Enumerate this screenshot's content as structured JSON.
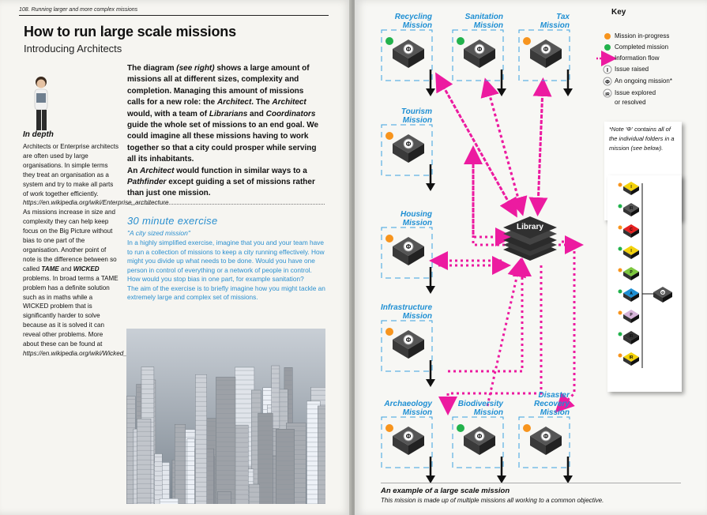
{
  "left": {
    "running_head": "108. Running larger and more complex missions",
    "title": "How to run large scale missions",
    "subtitle": "Introducing Architects",
    "in_depth": {
      "heading": "In depth",
      "p1": "Architects or Enterprise architects are often used by large organisations. In simple terms they treat an organisation as a system and try to make all parts of work together efficiently.",
      "link1": "https://en.wikipedia.org/wiki/Enterprise_architecture",
      "p2": "As missions increase in size and complexity they can help keep focus on the Big Picture without bias to one part of the organisation. Another point of note is the difference between so called",
      "tame": "TAME",
      "and": "and",
      "wicked": "WICKED",
      "p3": "problems. In broad terms a TAME problem has a definite solution such as in maths while a WICKED problem that is significantly harder to solve because as it is solved it can reveal other problems. More about these can be found at",
      "link2": "https://en.wikipedia.org/wiki/Wicked_problem"
    },
    "intro": {
      "t1": "The diagram",
      "t2": "(see right)",
      "t3": "shows a large amount of missions all at different sizes, complexity and completion. Managing this amount of missions calls for a new role: the",
      "t4": "Architect",
      "t5": ". The",
      "t6": "Architect",
      "t7": "would, with a team of",
      "t8": "Librarians",
      "t9": "and",
      "t10": "Coordinators",
      "t11": "guide the whole set of missions to an end goal. We could imagine all these missions having to work together so that a city could prosper while serving all its inhabitants.",
      "t12": "An",
      "t13": "Architect",
      "t14": "would function in similar ways to a",
      "t15": "Pathfinder",
      "t16": "except guiding a set of missions rather than just one mission."
    },
    "exercise": {
      "title": "30 minute exercise",
      "subtitle": "\"A city sized mission\"",
      "p1": "In a highly simplified exercise, imagine that you and your team have to run a collection of missions to keep a city running effectively. How might you divide up what needs to be done. Would you have one person in control of everything or a network of people in control. How would you stop bias in one part, for example sanitation?",
      "p2": "The aim of the exercise is to briefly imagine how you might tackle an extremely large and complex set of missions."
    }
  },
  "right": {
    "missions": {
      "recycling": {
        "l1": "Recycling",
        "l2": "Mission",
        "status": "completed"
      },
      "sanitation": {
        "l1": "Sanitation",
        "l2": "Mission",
        "status": "completed"
      },
      "tax": {
        "l1": "Tax",
        "l2": "Mission",
        "status": "in-progress"
      },
      "tourism": {
        "l1": "Tourism",
        "l2": "Mission",
        "status": "in-progress"
      },
      "housing": {
        "l1": "Housing",
        "l2": "Mission",
        "status": "in-progress"
      },
      "infrastructure": {
        "l1": "Infrastructure",
        "l2": "Mission",
        "status": "in-progress"
      },
      "archaeology": {
        "l1": "Archaeology",
        "l2": "Mission",
        "status": "in-progress"
      },
      "biodiversity": {
        "l1": "Biodiversity",
        "l2": "Mission",
        "status": "completed"
      },
      "disaster": {
        "l1": "Disaster",
        "l2": "Recovery",
        "l3": "Mission",
        "status": "in-progress"
      }
    },
    "library": "Library",
    "phi": "Φ",
    "key": {
      "heading": "Key",
      "in_progress": "Mission in-progress",
      "completed": "Completed mission",
      "info_flow": "Information flow",
      "issue_raised": "Issue raised",
      "ongoing": "An ongoing mission*",
      "explored1": "Issue explored",
      "explored2": "or resolved",
      "glyph_i": "I",
      "glyph_phi": "Φ",
      "glyph_ir": "IR"
    },
    "note": "*Note 'Φ' contains all of the individual folders in a mission (see below).",
    "stack_glyphs": [
      "I",
      "IR",
      "C",
      "I",
      "P",
      "A",
      "P",
      "IR",
      "IR"
    ],
    "caption_title": "An example of a large scale mission",
    "caption_text": "This mission is made up of multiple missions all working to a common objective.",
    "colors": {
      "in_progress": "#f7941d",
      "completed": "#22b24c",
      "flow": "#ec1ba0",
      "mission_title": "#1e8fd3",
      "folder": "#3a3a3a"
    }
  }
}
